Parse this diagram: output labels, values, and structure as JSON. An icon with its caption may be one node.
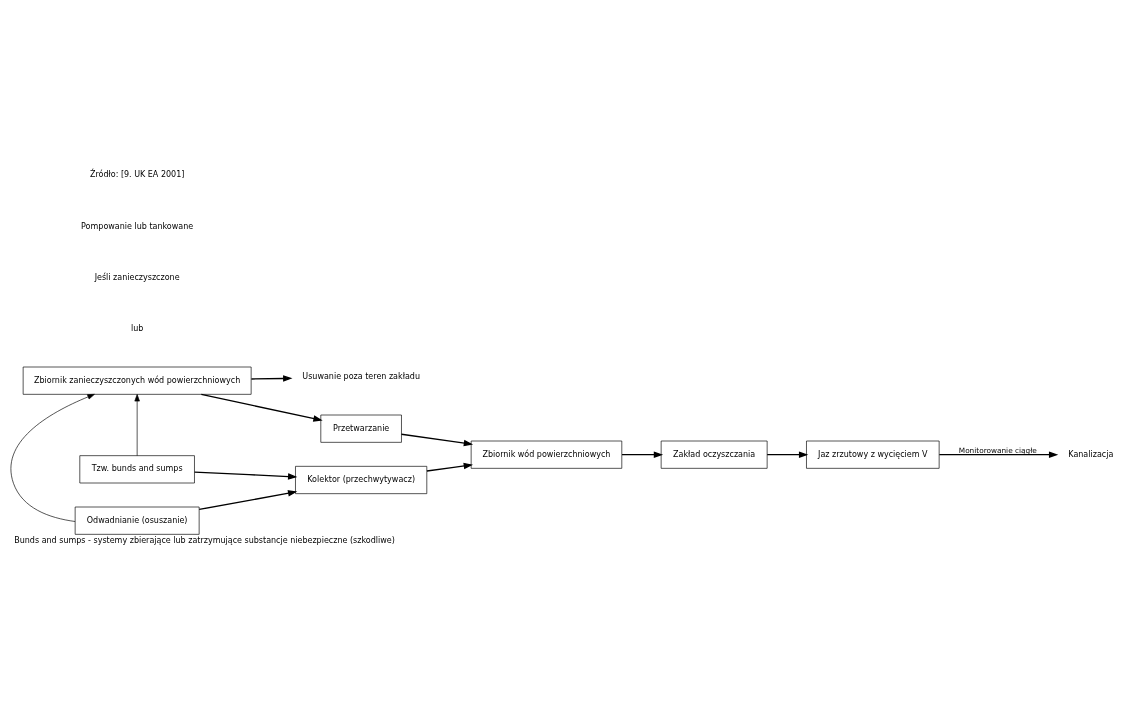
{
  "diagram": {
    "caption": "Bunds and sumps - systemy zbierające lub zatrzymujące substancje niebezpieczne (szkodliwe)",
    "nodes": [
      {
        "text": [
          "Zbiornik zanieczyszczonych wód powierzchniowych"
        ]
      },
      {
        "text": [
          "Usuwanie poza teren zakładu"
        ]
      },
      {
        "text": [
          "Przetwarzanie"
        ]
      },
      {
        "text": [
          "Zakład oczyszczania"
        ]
      },
      {
        "text": [
          "Jaz zrzutowy z wycięciem V"
        ]
      },
      {
        "text": [
          "Tzw. bunds and sumps"
        ]
      },
      {
        "text": [
          "Kolektor (przechwytywacz)"
        ]
      },
      {
        "text": [
          "Zbiornik wód powierzchniowych"
        ]
      },
      {
        "text": [
          "Odwadnianie (osuszanie)"
        ]
      },
      {
        "text": [
          "Kanalizacja"
        ]
      }
    ],
    "edges": [
      {
        "from": 0,
        "to": 1,
        "arrow": "to"
      },
      {
        "from": 0,
        "to": 2,
        "arrow": "to"
      },
      {
        "from": 2,
        "to": 7,
        "arrow": "to"
      },
      {
        "from": 6,
        "to": 7,
        "arrow": "to"
      },
      {
        "from": 7,
        "to": 3,
        "arrow": "to"
      },
      {
        "from": 3,
        "to": 4,
        "arrow": "to"
      },
      {
        "from": 4,
        "to": 9,
        "label": "Monitorowanie ciągłe",
        "arrow": "to"
      },
      {
        "from": 5,
        "to": 6,
        "arrow": "to"
      },
      {
        "from": 8,
        "to": 6,
        "arrow": "to"
      },
      {
        "from": 5,
        "to": 0,
        "arrow": "to"
      },
      {
        "from": 8,
        "to": 0,
        "arrow": "to"
      }
    ],
    "labels": [
      "lub",
      "Jeśli zanieczyszczone",
      "Pompowanie lub tankowane",
      "Źródło: [9. UK EA 2001]"
    ]
  }
}
